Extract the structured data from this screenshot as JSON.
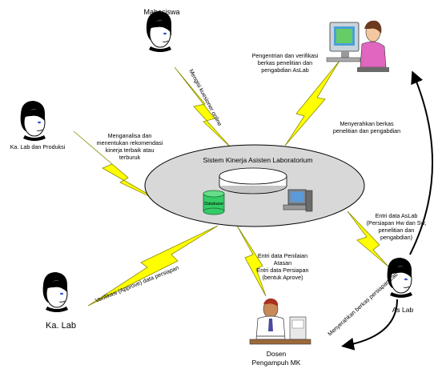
{
  "center": {
    "title": "Sistem Kinerja Asisten Laboratorium",
    "database_label": "Database"
  },
  "actors": {
    "mahasiswa": "Mahasiswa",
    "kalab_produksi": "Ka. Lab dan Produksi",
    "kalab": "Ka. Lab",
    "dosen": [
      "Dosen",
      "Pengampuh MK"
    ],
    "aslab": "As Lab"
  },
  "flows": {
    "mengisi": "Mengisi kuesioner online",
    "pengentrian": [
      "Pengentrian dan verifikasi",
      "berkas penelitian dan",
      "pengabdian AsLab"
    ],
    "menganalisa": [
      "Menganalisa dan",
      "menentukan rekomendasi",
      "kinerja terbaik atau",
      "terburuk"
    ],
    "menyerahkan_top": [
      "Menyerahkan berkas",
      "penelitian dan pengabdian"
    ],
    "entri_aslab": [
      "Entri data AsLab",
      "(Persiapan Hw dan Sw,",
      "penelitian dan",
      "pengabdian)"
    ],
    "entri_dosen": [
      "Entri data Penilaian",
      "Atasan",
      "Entri data Persiapan",
      "(bentuk Aprove)"
    ],
    "verifikasi": "Verifikasi (Approve) data persiapan",
    "menyerahkan_bottom": "Menyerahkan berkas persiapan Lab"
  },
  "colors": {
    "ellipse_fill": "#d8d8d8",
    "lightning_fill": "#ffff00",
    "lightning_stroke": "#8a8a00",
    "database_fill": "#33cc66",
    "person_face": "#ffffff",
    "hair": "#000000"
  }
}
